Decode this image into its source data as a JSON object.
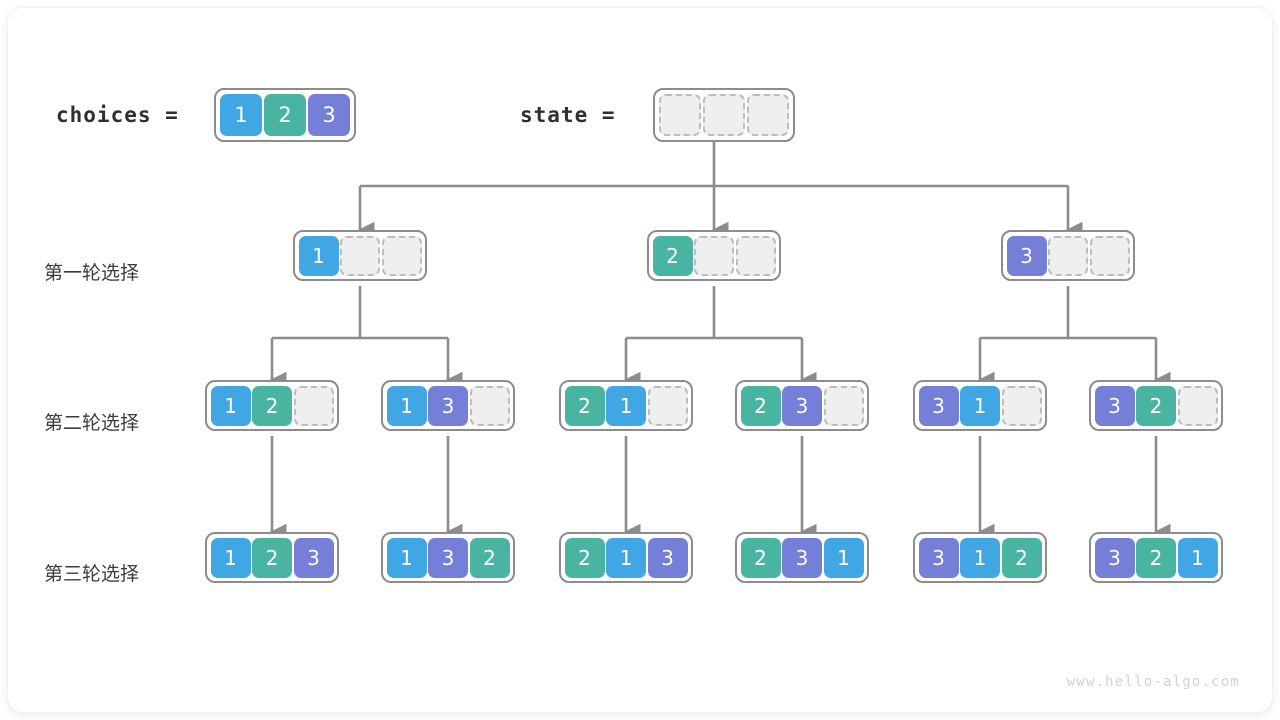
{
  "watermark": "www.hello-algo.com",
  "colors": {
    "value_1": "#41a7e4",
    "value_2": "#49b4a2",
    "value_3": "#757fd8",
    "empty_cell": "#efefef",
    "box_border": "#8c8c8c",
    "arrow": "#8c8c8c",
    "text": "#3c3c3c",
    "background": "#ffffff"
  },
  "header": {
    "choices_label": "choices =",
    "choices_values": [
      "1",
      "2",
      "3"
    ],
    "state_label": "state =",
    "state_values": [
      "",
      "",
      ""
    ]
  },
  "rows": [
    {
      "label": "第一轮选择",
      "nodes": [
        {
          "values": [
            "1",
            "",
            ""
          ]
        },
        {
          "values": [
            "2",
            "",
            ""
          ]
        },
        {
          "values": [
            "3",
            "",
            ""
          ]
        }
      ]
    },
    {
      "label": "第二轮选择",
      "nodes": [
        {
          "values": [
            "1",
            "2",
            ""
          ]
        },
        {
          "values": [
            "1",
            "3",
            ""
          ]
        },
        {
          "values": [
            "2",
            "1",
            ""
          ]
        },
        {
          "values": [
            "2",
            "3",
            ""
          ]
        },
        {
          "values": [
            "3",
            "1",
            ""
          ]
        },
        {
          "values": [
            "3",
            "2",
            ""
          ]
        }
      ]
    },
    {
      "label": "第三轮选择",
      "nodes": [
        {
          "values": [
            "1",
            "2",
            "3"
          ]
        },
        {
          "values": [
            "1",
            "3",
            "2"
          ]
        },
        {
          "values": [
            "2",
            "1",
            "3"
          ]
        },
        {
          "values": [
            "2",
            "3",
            "1"
          ]
        },
        {
          "values": [
            "3",
            "1",
            "2"
          ]
        },
        {
          "values": [
            "3",
            "2",
            "1"
          ]
        }
      ]
    }
  ]
}
